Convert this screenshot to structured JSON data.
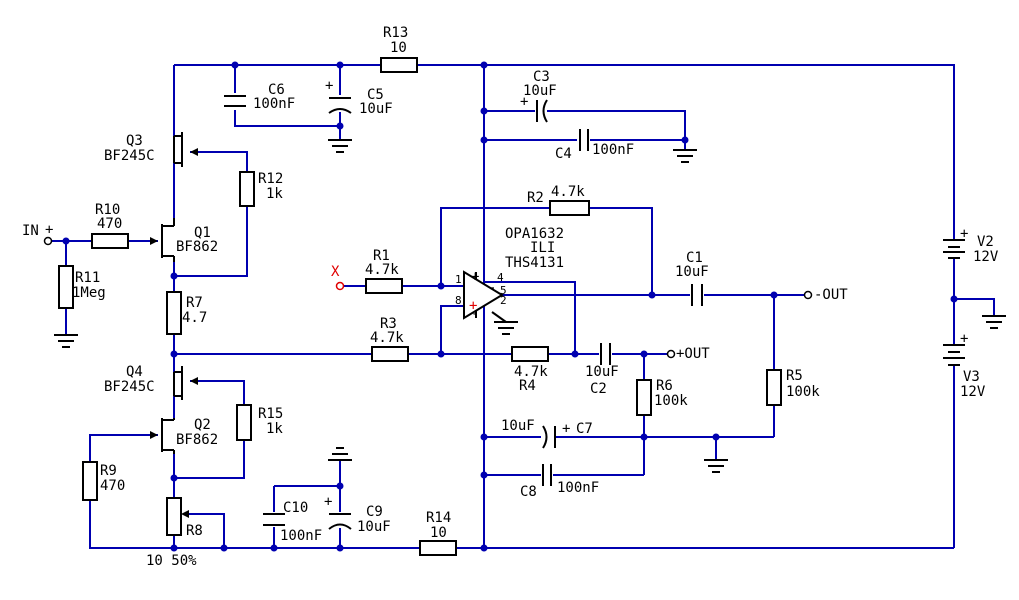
{
  "components": {
    "R13": {
      "ref": "R13",
      "value": "10"
    },
    "C6": {
      "ref": "C6",
      "value": "100nF"
    },
    "C5": {
      "ref": "C5",
      "value": "10uF"
    },
    "C3": {
      "ref": "C3",
      "value": "10uF"
    },
    "C4": {
      "ref": "C4",
      "value": "100nF"
    },
    "Q3": {
      "ref": "Q3",
      "value": "BF245C"
    },
    "R12": {
      "ref": "R12",
      "value": "1k"
    },
    "R10": {
      "ref": "R10",
      "value": "470"
    },
    "Q1": {
      "ref": "Q1",
      "value": "BF862"
    },
    "R11": {
      "ref": "R11",
      "value": "1Meg"
    },
    "R2": {
      "ref": "R2",
      "value": "4.7k"
    },
    "U1": {
      "line1": "OPA1632",
      "line2": "ILI",
      "line3": "THS4131"
    },
    "R1": {
      "ref": "R1",
      "value": "4.7k"
    },
    "C1": {
      "ref": "C1",
      "value": "10uF"
    },
    "V2": {
      "ref": "V2",
      "value": "12V"
    },
    "R7": {
      "ref": "R7",
      "value": "4.7"
    },
    "R3": {
      "ref": "R3",
      "value": "4.7k"
    },
    "R4": {
      "ref": "R4",
      "value": "4.7k"
    },
    "C2": {
      "ref": "C2",
      "value": "10uF"
    },
    "Q4": {
      "ref": "Q4",
      "value": "BF245C"
    },
    "R6": {
      "ref": "R6",
      "value": "100k"
    },
    "R5": {
      "ref": "R5",
      "value": "100k"
    },
    "V3": {
      "ref": "V3",
      "value": "12V"
    },
    "R15": {
      "ref": "R15",
      "value": "1k"
    },
    "Q2": {
      "ref": "Q2",
      "value": "BF862"
    },
    "C7": {
      "ref": "C7",
      "value": "10uF"
    },
    "R9": {
      "ref": "R9",
      "value": "470"
    },
    "C8": {
      "ref": "C8",
      "value": "100nF"
    },
    "R8": {
      "ref": "R8",
      "value": "10 50%"
    },
    "C10": {
      "ref": "C10",
      "value": "100nF"
    },
    "C9": {
      "ref": "C9",
      "value": "10uF"
    },
    "R14": {
      "ref": "R14",
      "value": "10"
    }
  },
  "nets": {
    "in": "IN",
    "x": "X",
    "out_neg": "-OUT",
    "out_pos": "+OUT"
  },
  "opamp_pins": {
    "p1": "1",
    "p4": "4",
    "p5": "5",
    "p8": "8",
    "p2": "2"
  },
  "polarity": {
    "plus": "+",
    "minus": "-"
  },
  "colors": {
    "wire": "#0000b0",
    "component": "#000000",
    "highlight": "#e00000",
    "background": "#ffffff"
  }
}
